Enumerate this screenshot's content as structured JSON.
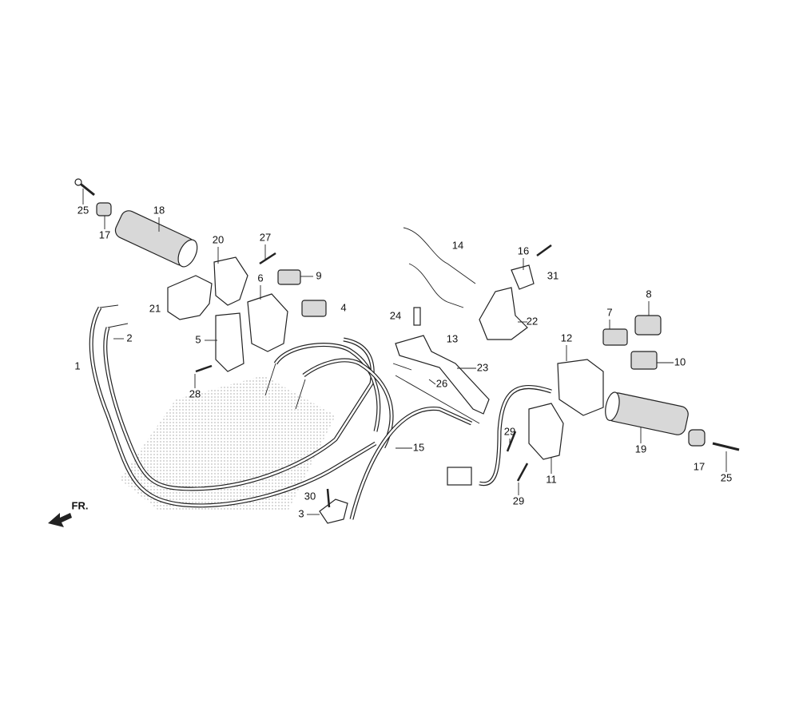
{
  "diagram": {
    "title": "Handlebar switch / cable parts diagram",
    "front_arrow_label": "FR.",
    "callouts": [
      "1",
      "2",
      "3",
      "4",
      "5",
      "6",
      "7",
      "8",
      "9",
      "10",
      "11",
      "12",
      "13",
      "14",
      "15",
      "16",
      "17",
      "18",
      "19",
      "20",
      "21",
      "22",
      "23",
      "24",
      "25",
      "26",
      "27",
      "28",
      "29",
      "30",
      "31"
    ]
  }
}
